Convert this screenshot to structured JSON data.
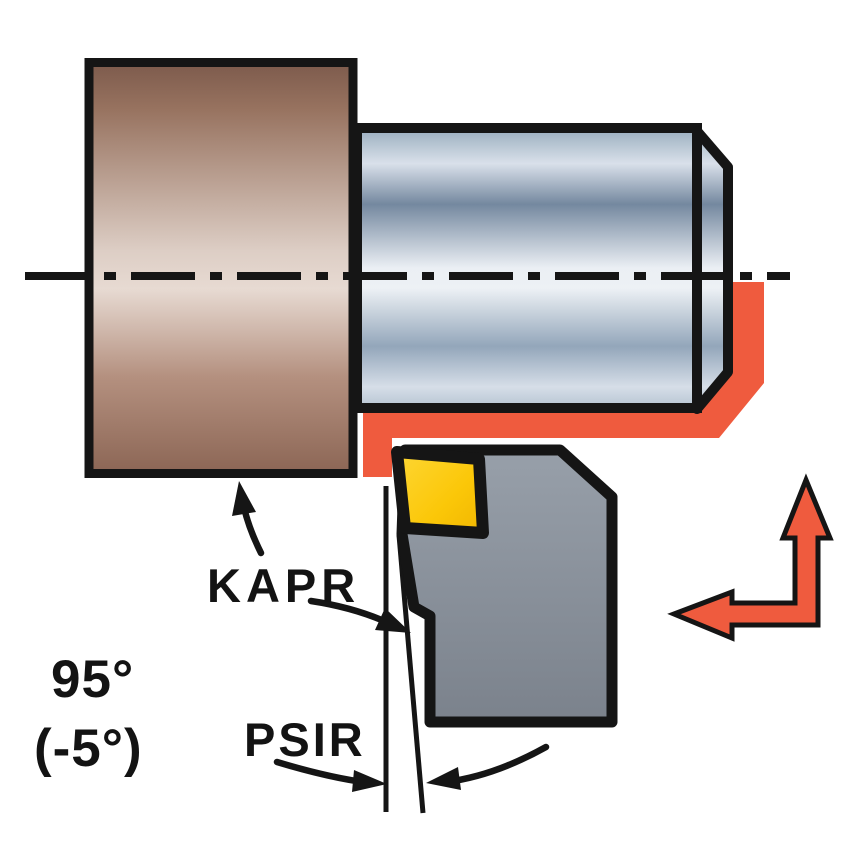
{
  "page": {
    "title": "Turning tool entering angle diagram",
    "background": "#FFFFFF"
  },
  "labels": {
    "entering_angle_code": "KAPR",
    "entering_angle_value": "95°",
    "inclination_value": "(-5°)",
    "lead_angle_code": "PSIR"
  },
  "colors": {
    "line_black": "#151515",
    "accent_orange": "#EF5B3E",
    "insert_yellow_light": "#FED838",
    "insert_yellow": "#FBC708",
    "insert_yellow_dark": "#EFB400",
    "workpiece_brown_dark": "#7A584A",
    "workpiece_brown_mid": "#B4907F",
    "workpiece_brown_light": "#E7DAD2",
    "steel_blue_mid": "#8FA3B8",
    "steel_blue_dark": "#74889F",
    "steel_blue_light": "#EDF1F5",
    "holder_gray_light": "#98A0AA",
    "holder_gray_dark": "#7A818B"
  },
  "icons": {
    "feed_direction": "feed-direction-arrows",
    "shoulder_pointer": "shoulder-pointer-arrow",
    "entering_angle_pointer": "entering-angle-pointer-arrow",
    "lead_angle_pointers": "lead-angle-pointer-arrows"
  }
}
